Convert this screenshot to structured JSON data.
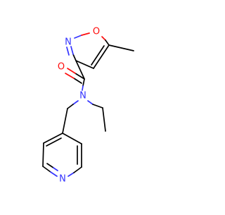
{
  "molecule": {
    "atom_labels": {
      "isoxazole_n": "N",
      "isoxazole_o": "O",
      "carbonyl_o": "O",
      "amide_n": "N",
      "pyridine_n": "N"
    },
    "colors": {
      "bond": "#000000",
      "nitrogen": "#3333FF",
      "oxygen": "#FF0D0D",
      "background": "#FFFFFF"
    }
  }
}
